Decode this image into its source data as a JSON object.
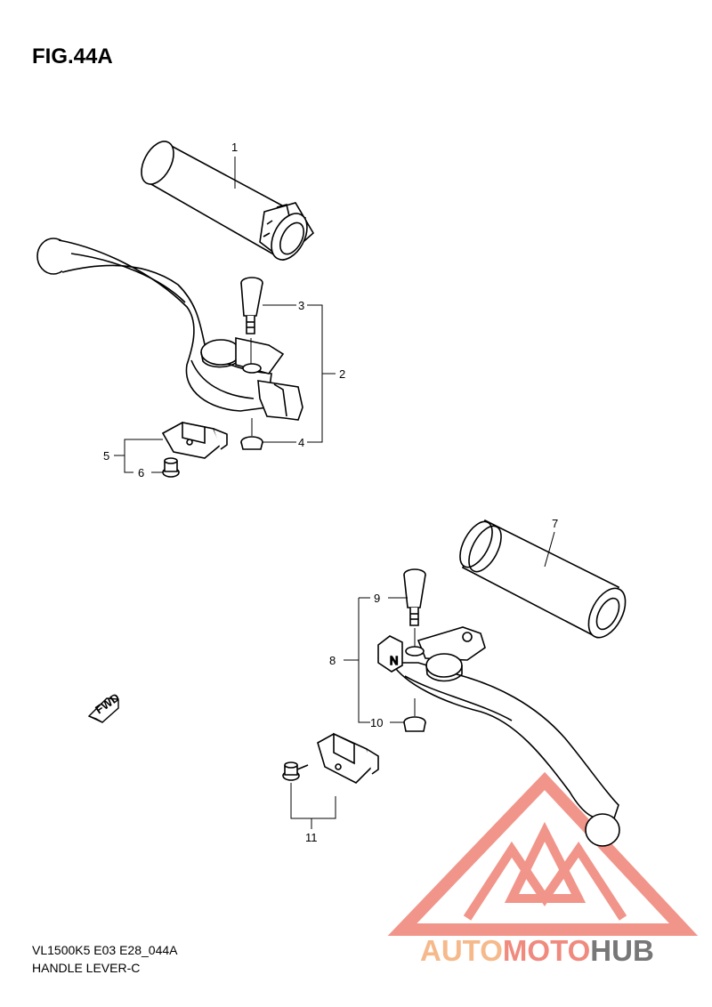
{
  "figure": {
    "title": "FIG.44A",
    "model_code": "VL1500K5 E03 E28_044A",
    "section_name": "HANDLE LEVER-C"
  },
  "callouts": [
    "1",
    "2",
    "3",
    "4",
    "5",
    "6",
    "7",
    "8",
    "9",
    "10",
    "11"
  ],
  "direction_marker": "FWD",
  "watermark": {
    "part1": "AUTO",
    "part2": "MOTO",
    "part3": "HUB",
    "color1": "#f5b98b",
    "color2": "#f08a7e",
    "color3": "#777777"
  }
}
